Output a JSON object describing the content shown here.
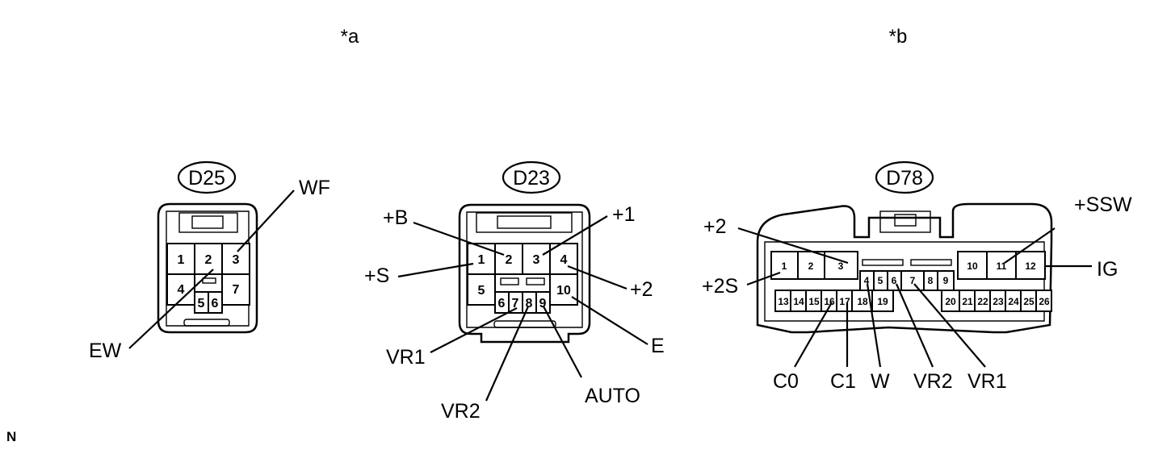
{
  "figure_labels": {
    "a": "*a",
    "b": "*b"
  },
  "connectors": {
    "d25": {
      "name": "D25",
      "pins": [
        "1",
        "2",
        "3",
        "4",
        "5",
        "6",
        "7"
      ],
      "terminals": {
        "wf": "WF",
        "ew": "EW"
      }
    },
    "d23": {
      "name": "D23",
      "pins": [
        "1",
        "2",
        "3",
        "4",
        "5",
        "6",
        "7",
        "8",
        "9",
        "10"
      ],
      "terminals": {
        "b": "+B",
        "one": "+1",
        "s": "+S",
        "two": "+2",
        "e": "E",
        "vr1": "VR1",
        "vr2": "VR2",
        "auto": "AUTO"
      }
    },
    "d78": {
      "name": "D78",
      "pins": [
        "1",
        "2",
        "3",
        "4",
        "5",
        "6",
        "7",
        "8",
        "9",
        "10",
        "11",
        "12",
        "13",
        "14",
        "15",
        "16",
        "17",
        "18",
        "19",
        "20",
        "21",
        "22",
        "23",
        "24",
        "25",
        "26"
      ],
      "terminals": {
        "two": "+2",
        "ssw": "+SSW",
        "two_s": "+2S",
        "ig": "IG",
        "c0": "C0",
        "c1": "C1",
        "w": "W",
        "vr2": "VR2",
        "vr1": "VR1"
      }
    }
  },
  "footer_code": "N"
}
